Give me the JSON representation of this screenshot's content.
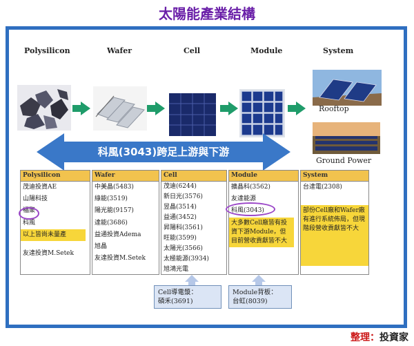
{
  "title": "太陽能產業結構",
  "stages": [
    "Polysilicon",
    "Wafer",
    "Cell",
    "Module",
    "System"
  ],
  "system_captions": [
    "Rooftop",
    "Ground Power"
  ],
  "banner": "科風(3043)跨足上游與下游",
  "table": {
    "columns": [
      {
        "header": "Polysilicon",
        "items": [
          "茂迪投資AE",
          "山陽科技",
          "福聚",
          "科風"
        ],
        "note": "以上皆尚未量產",
        "items_after": [
          "友達投資M.Setek"
        ]
      },
      {
        "header": "Wafer",
        "items": [
          "中美晶(5483)",
          "綠能(3519)",
          "陽光能(9157)",
          "達能(3686)",
          "益通投資Adema",
          "旭晶",
          "友達投資M.Setek"
        ]
      },
      {
        "header": "Cell",
        "items": [
          "茂迪(6244)",
          "新日光(3576)",
          "昱晶(3514)",
          "益通(3452)",
          "昇陽科(3561)",
          "旺能(3599)",
          "太陽光(3566)",
          "太極能源(3934)",
          "旭鴻光電"
        ]
      },
      {
        "header": "Module",
        "items": [
          "擴晶科(3562)",
          "友達能源",
          "科風(3043)"
        ],
        "note": "大多數Cell廠皆有投資下游Module，但目前營收貢獻皆不大"
      },
      {
        "header": "System",
        "items": [
          "台達電(2308)"
        ],
        "note": "部份Cell廠和Wafer廠有進行系統佈局，但現階段營收貢獻皆不大"
      }
    ]
  },
  "callouts": {
    "cell": {
      "line1": "Cell導電漿：",
      "line2": "碩禾(3691)"
    },
    "module": {
      "line1": "Module背板：",
      "line2": "台虹(8039)"
    }
  },
  "source": {
    "key": "整理：",
    "value": "投資家"
  },
  "colors": {
    "title": "#6a1fa8",
    "frame": "#2f6fc0",
    "header": "#f2c34e",
    "highlight": "#f7d63a",
    "oval": "#9b47c8",
    "arrow": "#1f9c6a",
    "banner": "#3a78c8"
  }
}
